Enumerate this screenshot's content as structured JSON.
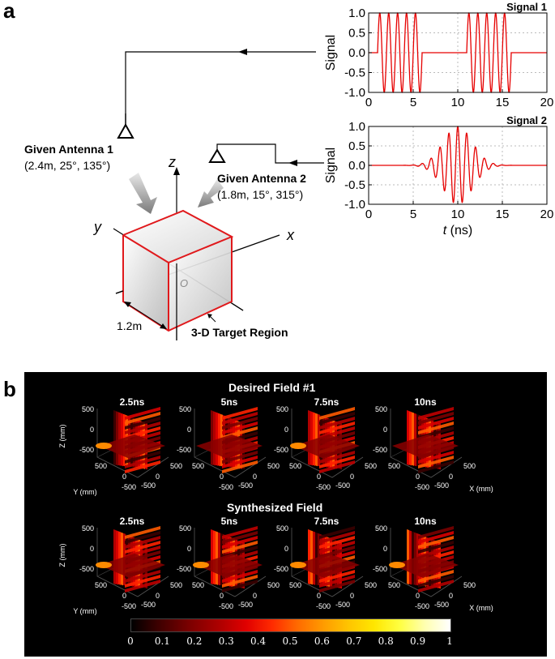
{
  "panel_a": {
    "letter": "a",
    "antenna1": {
      "title": "Given Antenna 1",
      "coords": "(2.4m, 25°, 135°)"
    },
    "antenna2": {
      "title": "Given Antenna 2",
      "coords": "(1.8m, 15°, 315°)"
    },
    "axes": {
      "z": "z",
      "y": "y",
      "x": "x",
      "origin": "O"
    },
    "size_label": "1.2m",
    "region_label": "3-D Target Region",
    "signal1": {
      "title": "Signal 1",
      "ylabel": "Signal",
      "yticks": [
        "1.0",
        "0.5",
        "0.0",
        "-0.5",
        "-1.0"
      ],
      "xticks": [
        "0",
        "5",
        "10",
        "15",
        "20"
      ]
    },
    "signal2": {
      "title": "Signal 2",
      "ylabel": "Signal",
      "yticks": [
        "1.0",
        "0.5",
        "0.0",
        "-0.5",
        "-1.0"
      ],
      "xticks": [
        "0",
        "5",
        "10",
        "15",
        "20"
      ],
      "xlabel_var": "t",
      "xlabel_unit": " (ns)"
    }
  },
  "chart_data": [
    {
      "type": "line",
      "title": "Signal 1",
      "ylabel": "Signal",
      "xlabel": "",
      "xlim": [
        0,
        20
      ],
      "ylim": [
        -1.0,
        1.0
      ],
      "grid": true,
      "series": [
        {
          "values": "two constant-amplitude (1.0) sinusoidal bursts, ~1 GHz carrier: 1–6 ns and 11–16 ns; 0 elsewhere"
        }
      ],
      "bursts_ns": [
        [
          1,
          6
        ],
        [
          11,
          16
        ]
      ],
      "amplitude": 1.0
    },
    {
      "type": "line",
      "title": "Signal 2",
      "ylabel": "Signal",
      "xlabel": "t (ns)",
      "xlim": [
        0,
        20
      ],
      "ylim": [
        -1.0,
        1.0
      ],
      "grid": true,
      "series": [
        {
          "values": "Gaussian-modulated sinusoid centered at 10 ns, peak amplitude 1.0, ~1 GHz carrier"
        }
      ],
      "center_ns": 10,
      "amplitude": 1.0
    },
    {
      "type": "heatmap",
      "colorbar_ticks": [
        "0",
        "0.1",
        "0.2",
        "0.3",
        "0.4",
        "0.5",
        "0.6",
        "0.7",
        "0.8",
        "0.9",
        "1"
      ],
      "colormap": "hot"
    }
  ],
  "panel_b": {
    "letter": "b",
    "desired_title": "Desired Field #1",
    "synth_title": "Synthesized Field",
    "times": [
      "2.5ns",
      "5ns",
      "7.5ns",
      "10ns"
    ],
    "z_axis_label": "Z (mm)",
    "y_axis_label": "Y (mm)",
    "x_axis_label": "X (mm)",
    "z_ticks": [
      "500",
      "0",
      "-500"
    ],
    "y_ticks": [
      "500",
      "0",
      "-500"
    ],
    "x_ticks": [
      "500",
      "0",
      "-500"
    ]
  },
  "colors": {
    "signal": "#e60000",
    "cube_edge": "#e0191c",
    "background_b": "#000000"
  }
}
